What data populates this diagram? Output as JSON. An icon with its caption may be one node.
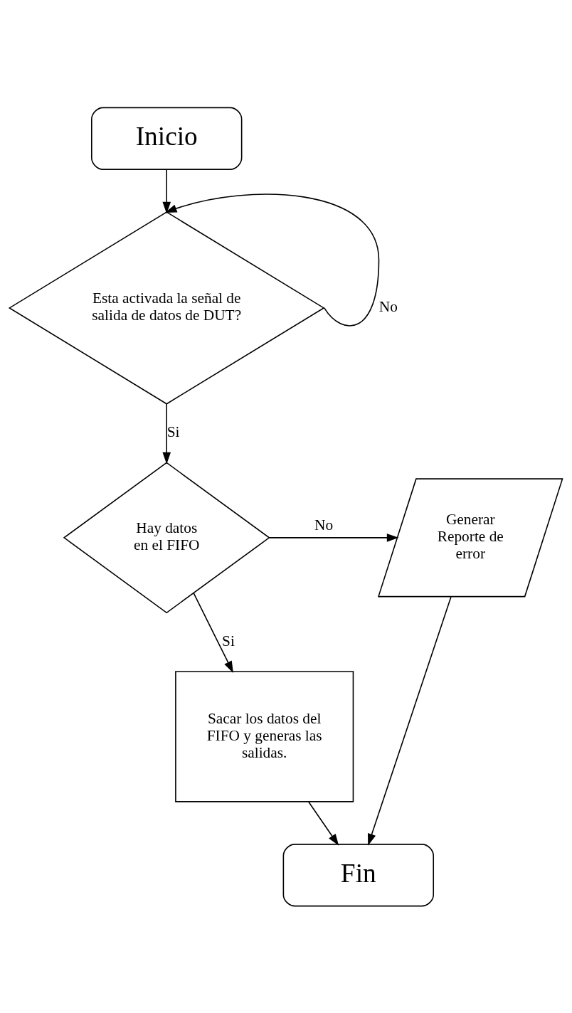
{
  "diagram": {
    "nodes": [
      {
        "text": [
          "Inicio"
        ]
      },
      {
        "text": [
          "Esta activada la señal de salida de datos de DUT?"
        ]
      },
      {
        "text": [
          "Hay datos en el FIFO"
        ]
      },
      {
        "text": [
          "Generar Reporte de error"
        ]
      },
      {
        "text": [
          "Sacar los datos del FIFO y generas las salidas."
        ]
      },
      {
        "text": [
          "Fin"
        ]
      }
    ],
    "edges": [
      {
        "from": 0,
        "to": 1,
        "arrow": "to"
      },
      {
        "from": 1,
        "to": 1,
        "arrow": "to",
        "label": "No"
      },
      {
        "from": 1,
        "to": 2,
        "arrow": "to",
        "label": "Si"
      },
      {
        "from": 2,
        "to": 3,
        "arrow": "to",
        "label": "No"
      },
      {
        "from": 2,
        "to": 4,
        "arrow": "to",
        "label": "Si"
      },
      {
        "from": 4,
        "to": 5,
        "arrow": "to"
      },
      {
        "from": 3,
        "to": 5,
        "arrow": "to"
      }
    ]
  }
}
